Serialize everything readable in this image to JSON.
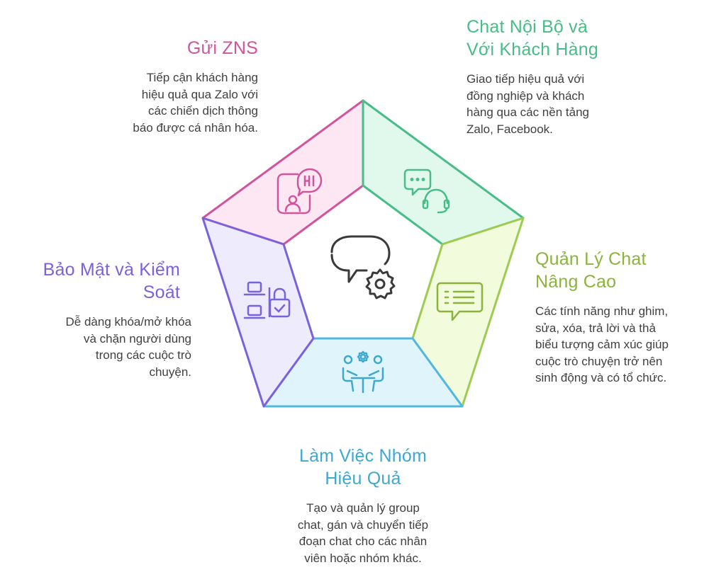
{
  "colors": {
    "pink": "#d1549c",
    "green": "#48bd87",
    "lime": "#8cb43c",
    "blue": "#3ea8cf",
    "purple": "#7b62dd",
    "center_icon": "#3a3a3a"
  },
  "center": {
    "icon": "chat-gear-icon"
  },
  "segments": {
    "zns": {
      "title": [
        "Gửi ZNS"
      ],
      "desc": [
        "Tiếp cận khách hàng",
        "hiệu quả qua Zalo với",
        "các chiến dịch thông",
        "báo được cá nhân hóa."
      ],
      "icon": "chat-hi-icon"
    },
    "chat": {
      "title": [
        "Chat Nội Bộ và",
        "Với Khách Hàng"
      ],
      "desc": [
        "Giao tiếp hiệu quả với",
        "đồng nghiệp và khách",
        "hàng qua các nền tảng",
        "Zalo, Facebook."
      ],
      "icon": "chat-headset-icon"
    },
    "advanced": {
      "title": [
        "Quản Lý Chat",
        "Nâng Cao"
      ],
      "desc": [
        "Các tính năng như ghim,",
        "sửa, xóa, trả lời và thả",
        "biểu tượng cảm xúc giúp",
        "cuộc trò chuyện trở nên",
        "sinh động và có tổ chức."
      ],
      "icon": "message-list-icon"
    },
    "team": {
      "title": [
        "Làm Việc Nhóm",
        "Hiệu Quả"
      ],
      "desc": [
        "Tạo và quản lý group",
        "chat, gán và chuyển tiếp",
        "đoạn chat cho các nhân",
        "viên hoặc nhóm khác."
      ],
      "icon": "team-meeting-icon"
    },
    "security": {
      "title": [
        "Bảo Mật và Kiểm",
        "Soát"
      ],
      "desc": [
        "Dễ dàng khóa/mở khóa",
        "và chặn người dùng",
        "trong các cuộc trò",
        "chuyện."
      ],
      "icon": "laptop-lock-icon"
    }
  }
}
